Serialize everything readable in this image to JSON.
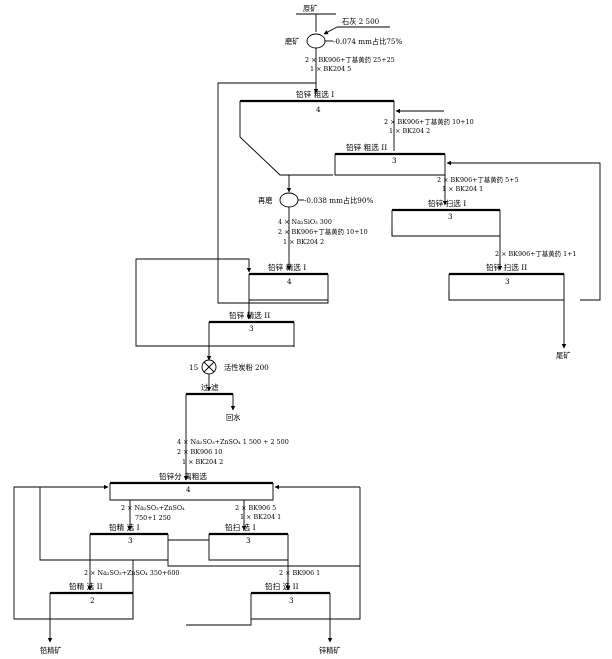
{
  "labels": {
    "raw_ore": "原矿",
    "lime": "石灰 2 500",
    "grinding": "磨矿",
    "grind_size": "-0.074 mm占比75%",
    "reag_rough1_a": "2 × BK906+丁基黄药  25+25",
    "reag_rough1_b": "1 × BK204 5",
    "rough1": "铅锌  粗选 I",
    "rough1_num": "4",
    "reag_rough2_a": "2 × BK906+丁基黄药  10+10",
    "reag_rough2_b": "1 × BK204 2",
    "rough2": "铅锌  粗选 II",
    "rough2_num": "3",
    "reag_scav1_a": "2 × BK906+丁基黄药   5+5",
    "reag_scav1_b": "1 × BK204 1",
    "regrind": "再磨",
    "regrind_size": "-0.038 mm占比90%",
    "scav1": "铅锌  扫选 I",
    "scav1_num": "3",
    "reag_clean1_a": "4 × Na₂SiO₃ 300",
    "reag_clean1_b": "2 × BK906+丁基黄药   10+10",
    "reag_clean1_c": "1 × BK204 2",
    "reag_scav2": "2 × BK906+丁基黄药   1+1",
    "clean1": "铅锌  精选 I",
    "clean1_num": "4",
    "scav2": "铅锌  扫选 II",
    "scav2_num": "3",
    "clean2": "铅锌  精选 II",
    "clean2_num": "3",
    "tailings": "尾矿",
    "carbon_num": "15",
    "carbon": "活性炭粉  200",
    "filter": "过  滤",
    "return_water": "回水",
    "reag_sep_a": "4 × Na₂SO₃+ZnSO₄   1 500 + 2 500",
    "reag_sep_b": "2 × BK906 10",
    "reag_sep_c": "1 × BK204 2",
    "sep_rough": "铅锌分  离粗选",
    "sep_rough_num": "4",
    "reag_pbclean1_a": "2 × Na₂SO₃+ZnSO₄",
    "reag_pbclean1_b": "750+1 250",
    "reag_pbscav1_a": "2 × BK906 5",
    "reag_pbscav1_b": "1 × BK204 1",
    "pb_clean1": "铅精   选 I",
    "pb_clean1_num": "3",
    "pb_scav1": "铅扫   选 I",
    "pb_scav1_num": "3",
    "reag_pbclean2": "2 × Na₂SO₃+ZnSO₄   350+600",
    "reag_pbscav2": "2 × BK906 1",
    "pb_clean2": "铅精   选 II",
    "pb_clean2_num": "2",
    "pb_scav2": "铅扫   选 II",
    "pb_scav2_num": "3",
    "lead_conc": "铅精矿",
    "zinc_conc": "锌精矿"
  }
}
